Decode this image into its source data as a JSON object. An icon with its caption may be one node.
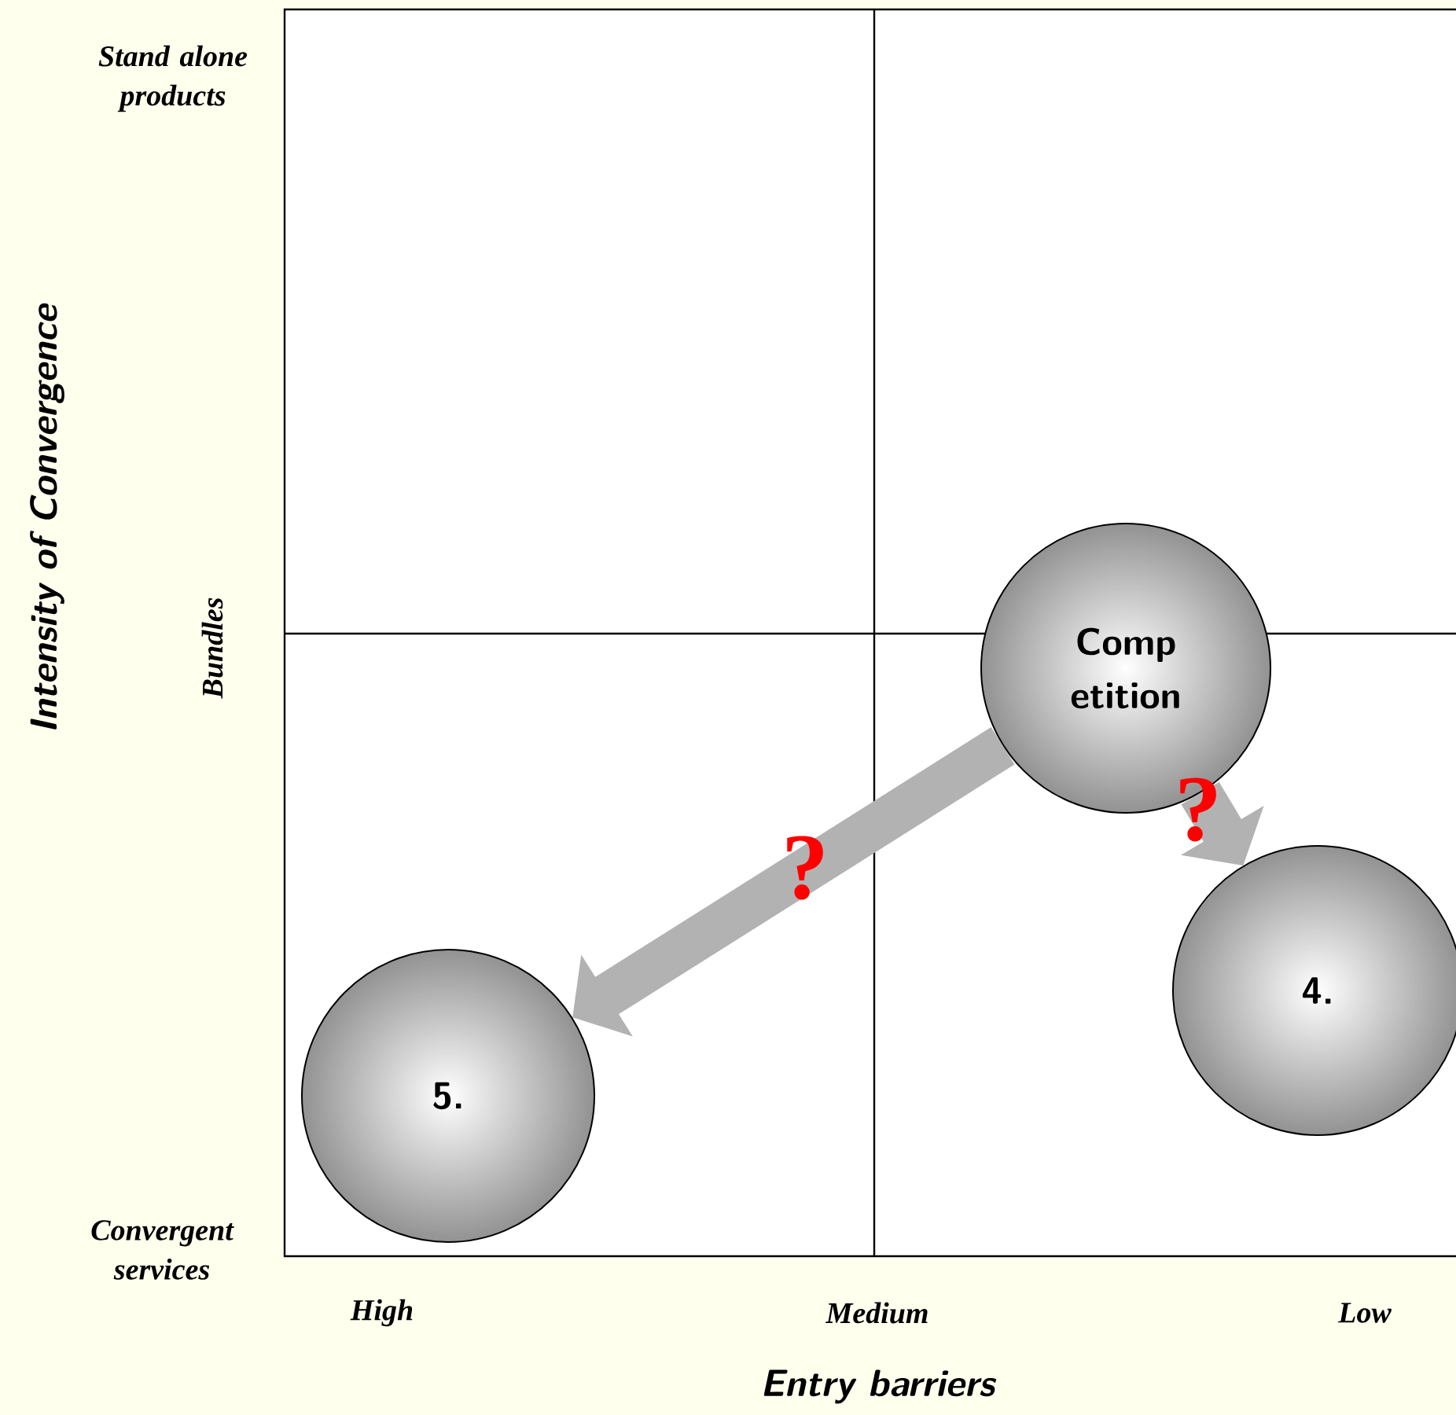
{
  "diagram": {
    "nodes": [
      {
        "text": [
          "Comp etition"
        ]
      },
      {
        "text": [
          "4."
        ]
      },
      {
        "text": [
          "5."
        ]
      }
    ],
    "edges": [
      {
        "from": 0,
        "to": 2,
        "arrow": "to",
        "label": "?"
      },
      {
        "from": 0,
        "to": 1,
        "arrow": "to",
        "label": "?"
      }
    ],
    "labels": [
      "Intensity of Convergence",
      "Stand alone products",
      "Bundles",
      "Convergent services",
      "High",
      "Medium",
      "Low",
      "Entry barriers"
    ]
  }
}
